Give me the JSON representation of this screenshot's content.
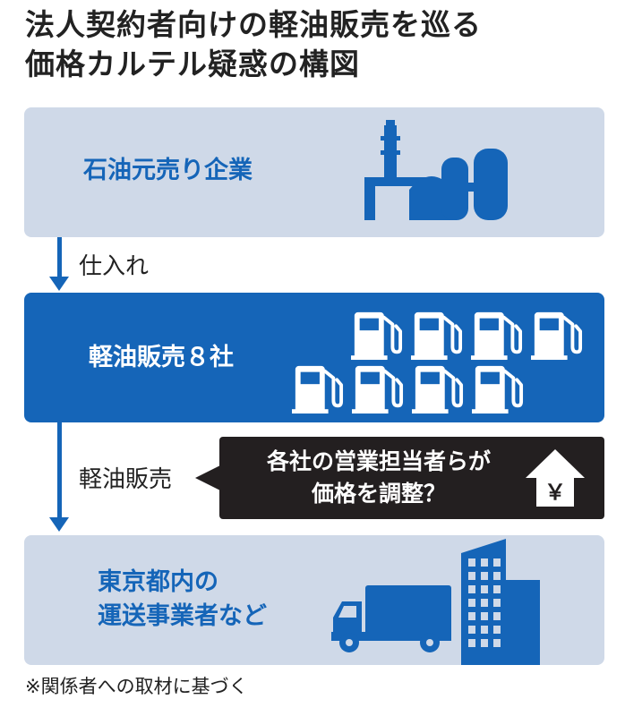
{
  "title": {
    "line1": "法人契約者向けの軽油販売を巡る",
    "line2": "価格カルテル疑惑の構図"
  },
  "nodes": {
    "supplier": "石油元売り企業",
    "sellers": "軽油販売８社",
    "customers_line1": "東京都内の",
    "customers_line2": "運送事業者など"
  },
  "flows": {
    "purchase": "仕入れ",
    "sale": "軽油販売"
  },
  "callout": {
    "line1": "各社の営業担当者らが",
    "line2": "価格を調整？",
    "symbol": "￥"
  },
  "icons": {
    "factory": "oil-refinery-icon",
    "pump": "fuel-pump-icon",
    "truck": "truck-icon",
    "building": "office-building-icon",
    "price_up": "price-up-house-icon"
  },
  "colors": {
    "primary_blue": "#1565b8",
    "light_blue": "#cfd9e8",
    "callout_bg": "#231f20"
  },
  "pump_count": 8,
  "footnote": "※関係者への取材に基づく"
}
